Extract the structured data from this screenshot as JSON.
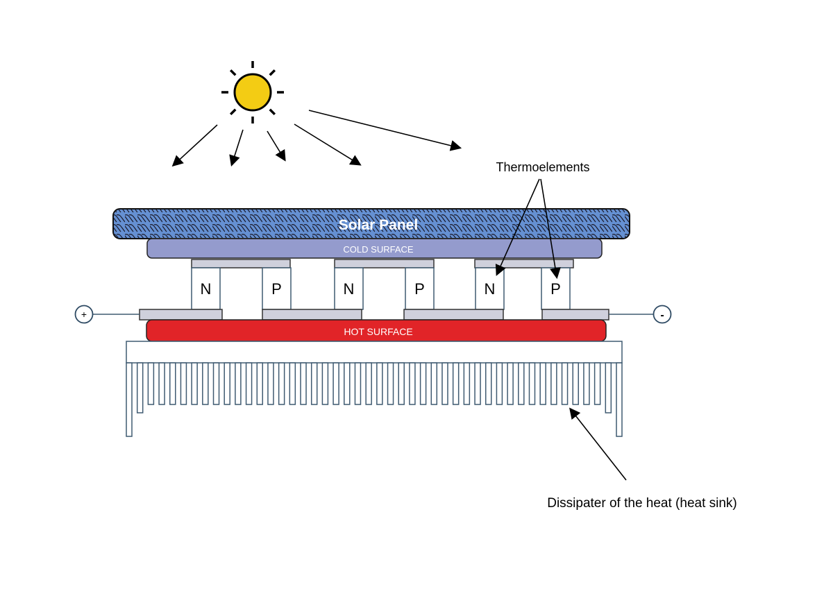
{
  "title": "Solar thermoelectric generator diagram",
  "colors": {
    "sun": "#f3cc14",
    "solar_panel": "#6590d2",
    "cold_surface": "#949bcd",
    "hot_surface": "#e12428",
    "conductor": "#cfd0dc",
    "element_stroke": "#3f5a71",
    "heatsink_stroke": "#3f5a71"
  },
  "labels": {
    "solar_panel": "Solar Panel",
    "cold_surface": "COLD SURFACE",
    "hot_surface": "HOT SURFACE",
    "thermoelements": "Thermoelements",
    "heat_sink": "Dissipater of the heat (heat sink)",
    "positive_terminal": "+",
    "negative_terminal": "-"
  },
  "thermoelements": [
    {
      "type": "N"
    },
    {
      "type": "P"
    },
    {
      "type": "N"
    },
    {
      "type": "P"
    },
    {
      "type": "N"
    },
    {
      "type": "P"
    }
  ],
  "sun_rays_count": 5,
  "heat_sink_fin_count": 46
}
